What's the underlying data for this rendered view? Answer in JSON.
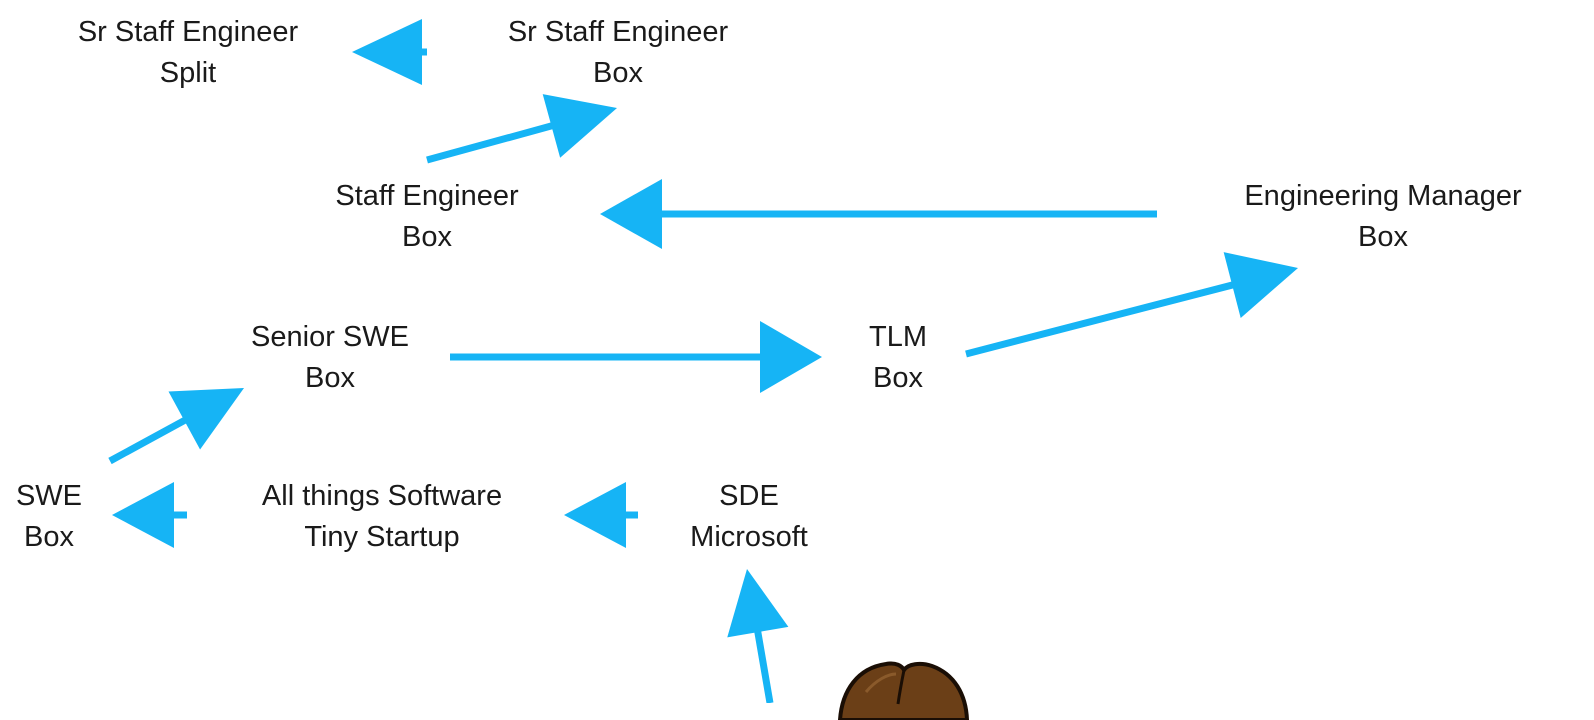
{
  "colors": {
    "arrow": "#16b4f5",
    "text": "#1a1a1a",
    "avatar_hair": "#6b3f17",
    "avatar_outline": "#1a0e05"
  },
  "nodes": {
    "sr_staff_split": {
      "line1": "Sr Staff Engineer",
      "line2": "Split"
    },
    "sr_staff_box": {
      "line1": "Sr Staff Engineer",
      "line2": "Box"
    },
    "staff_box": {
      "line1": "Staff Engineer",
      "line2": "Box"
    },
    "em_box": {
      "line1": "Engineering Manager",
      "line2": "Box"
    },
    "senior_swe_box": {
      "line1": "Senior SWE",
      "line2": "Box"
    },
    "tlm_box": {
      "line1": "TLM",
      "line2": "Box"
    },
    "swe_box": {
      "line1": "SWE",
      "line2": "Box"
    },
    "startup": {
      "line1": "All things Software",
      "line2": "Tiny Startup"
    },
    "sde_microsoft": {
      "line1": "SDE",
      "line2": "Microsoft"
    }
  },
  "avatar": {
    "icon": "cartoon-person-head-icon"
  }
}
